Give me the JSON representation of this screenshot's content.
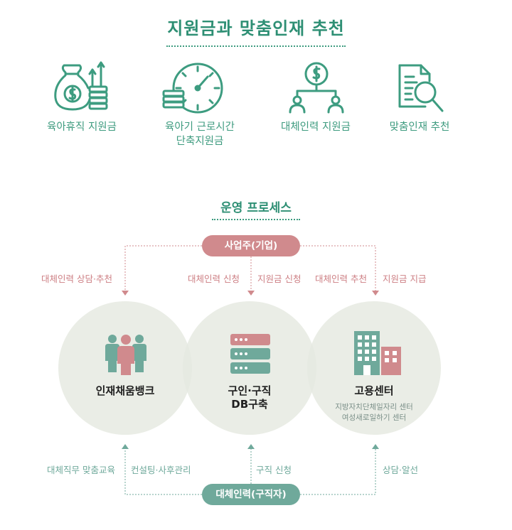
{
  "header": {
    "title": "지원금과 맞춤인재 추천"
  },
  "benefits": [
    {
      "icon": "money-bag-coins-icon",
      "label": "육아휴직 지원금"
    },
    {
      "icon": "clock-coins-icon",
      "label_line1": "육아기 근로시간",
      "label_line2": "단축지원금"
    },
    {
      "icon": "org-chart-dollar-icon",
      "label": "대체인력 지원금"
    },
    {
      "icon": "document-magnifier-icon",
      "label": "맞춤인재 추천"
    }
  ],
  "process": {
    "title": "운영 프로세스",
    "employer": "사업주(기업)",
    "worker": "대체인력(구직자)",
    "top_labels": {
      "left": "대체인력 상담·추천",
      "center_left": "대체인력 신청",
      "center_right": "지원금 신청",
      "right_left": "대체인력 추천",
      "right_right": "지원금 지급"
    },
    "bottom_labels": {
      "left_left": "대체직무 맞춤교육",
      "left_right": "컨설팅·사후관리",
      "center": "구직 신청",
      "right": "상담·알선"
    },
    "nodes": {
      "talent_bank": {
        "title": "인재채움뱅크",
        "icon": "people-group-icon"
      },
      "db": {
        "title_line1": "구인·구직",
        "title_line2": "DB구축",
        "icon": "server-stack-icon"
      },
      "job_center": {
        "title": "고용센터",
        "sub_line1": "지방자치단체일자리 센터",
        "sub_line2": "여성새로일하기 센터",
        "icon": "buildings-icon"
      }
    }
  },
  "colors": {
    "title_green": "#2e8f74",
    "icon_green": "#3d9c80",
    "pink": "#d08a8d",
    "teal": "#6fa99b",
    "circle_fill": "#e5e9e1"
  }
}
